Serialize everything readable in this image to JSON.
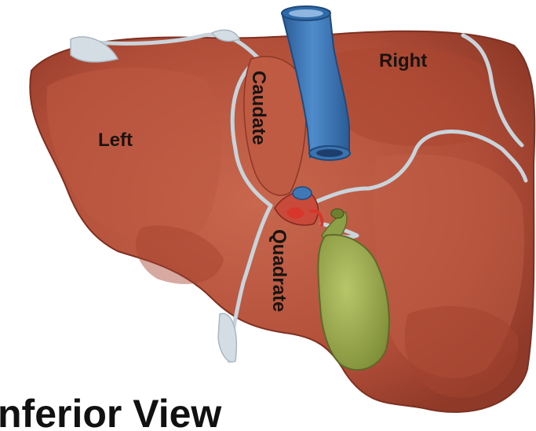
{
  "title": "nferior View",
  "labels": {
    "left": "Left",
    "right": "Right",
    "caudate": "Caudate",
    "quadrate": "Quadrate"
  },
  "colors": {
    "liver": "#b9533d",
    "liver_shade": "#9c3f2d",
    "liver_highlight": "#c8674e",
    "ligament": "#c9d3da",
    "vena_cava": "#3f78b5",
    "gallbladder": "#9fae4e",
    "hepatic_artery": "#d8352b"
  }
}
